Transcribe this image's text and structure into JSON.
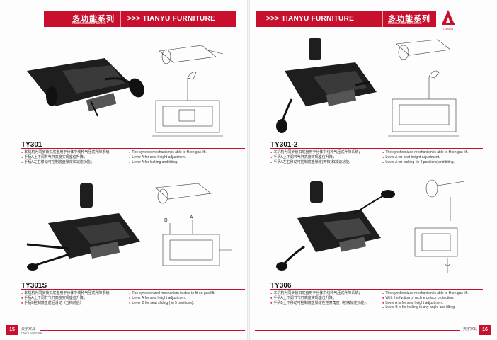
{
  "header_left": {
    "cn": "多功能系列",
    "sub": "Multifunctional Series",
    "brand": ">>> TIANYU FURNITURE"
  },
  "header_right": {
    "cn": "多功能系列",
    "sub": "Multifunctional Series",
    "brand": ">>> TIANYU FURNITURE"
  },
  "logo": {
    "text": "TIANYU"
  },
  "products": [
    {
      "model": "TY301",
      "cn_lines": [
        "本机构为同步锁扣底盘用于分体中线种气压式升降系统；",
        "手柄A上下调节气杆高度实现座位升降；",
        "手柄A左右移动可控制底盘锁定和减速功能；"
      ],
      "en_lines": [
        "The synchro mechanism is able to fit on gas lift.",
        "Lever A for seat height adjustment.",
        "Lever A for locking and tilting."
      ]
    },
    {
      "model": "TY301-2",
      "cn_lines": [
        "本机构为同步锁扣底盘用于分体中线种气压式升降系统；",
        "手柄A上下调节气杆高度实现座位升降；",
        "手柄A左右移动可控制底盘锁定(两档)和减速功能。"
      ],
      "en_lines": [
        "The synchronized mechanism is able to fit on gas lift.",
        "Lever A for seat height adjustment.",
        "Lever A for locking (in 2 positions)and tilting."
      ]
    },
    {
      "model": "TY301S",
      "cn_lines": [
        "本机构为同步锁扣底盘用于分体中线种气压式升降系统；",
        "手柄A上下调节气杆高度实现座位升降；",
        "手柄B控制底盘前后滑动（五档前后）"
      ],
      "en_lines": [
        "The synchronized mechanism is able to fit on gas lift.",
        "Lever A for seat height adjustment.",
        "Lever B for seat sliding ( in 5 positions)."
      ]
    },
    {
      "model": "TY306",
      "cn_lines": [
        "本机构为同步锁扣底盘用于分体中线种气压式升降系统；",
        "手柄A上下调节气杆高度实现座位升降；",
        "手柄B上下移动可控制底盘锁定在任意角度（初级锁定功能）。"
      ],
      "en_lines": [
        "The synchronized mechanism is able to fit on gas lift.",
        "With the fuction of recline unlock protection.",
        "Lever A is for seat height adjustment.",
        "Lever B is for locking in any angle and tilting."
      ]
    }
  ],
  "footer": {
    "page_left": "15",
    "page_right": "16",
    "brand_left": "天宇家具",
    "brand_right": "天宇家具",
    "brand_en": "TIANYU FURNITURE"
  },
  "colors": {
    "accent": "#c8102e",
    "metal": "#1e1e1e"
  }
}
